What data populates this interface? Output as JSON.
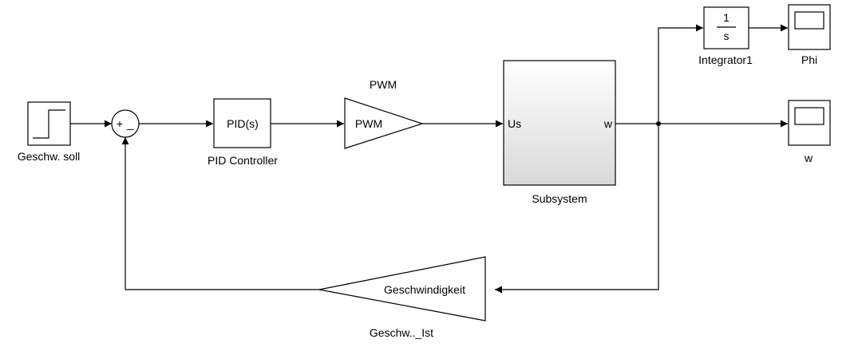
{
  "blocks": {
    "step": {
      "label": "Geschw. soll"
    },
    "sum": {
      "plus": "+",
      "minus": "_"
    },
    "pid": {
      "text": "PID(s)",
      "label": "PID Controller"
    },
    "pwm": {
      "text": "PWM",
      "title": "PWM"
    },
    "subsystem": {
      "label": "Subsystem",
      "in_port": "Us",
      "out_port": "w"
    },
    "integrator": {
      "num": "1",
      "den": "s",
      "label": "Integrator1"
    },
    "scope_phi": {
      "label": "Phi"
    },
    "scope_w": {
      "label": "w"
    },
    "feedback_gain": {
      "text": "Geschwindigkeit",
      "label": "Geschw.._Ist"
    }
  },
  "colors": {
    "line": "#000000",
    "subsystem_top": "#ffffff",
    "subsystem_bottom": "#d9d9d9"
  }
}
